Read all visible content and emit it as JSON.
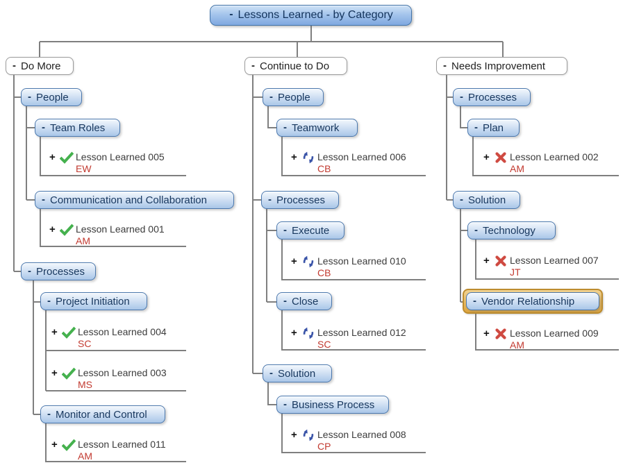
{
  "root": {
    "label": "Lessons Learned - by Category"
  },
  "indicators": {
    "collapse": "-",
    "expand": "+"
  },
  "categories": {
    "do_more": {
      "label": "Do More"
    },
    "continue_to_do": {
      "label": "Continue to Do"
    },
    "needs_improvement": {
      "label": "Needs Improvement"
    }
  },
  "topics": {
    "dm_people": {
      "label": "People"
    },
    "dm_team_roles": {
      "label": "Team Roles"
    },
    "dm_comm_collab": {
      "label": "Communication and Collaboration"
    },
    "dm_processes": {
      "label": "Processes"
    },
    "dm_project_initiation": {
      "label": "Project Initiation"
    },
    "dm_monitor_control": {
      "label": "Monitor and Control"
    },
    "cd_people": {
      "label": "People"
    },
    "cd_teamwork": {
      "label": "Teamwork"
    },
    "cd_processes": {
      "label": "Processes"
    },
    "cd_execute": {
      "label": "Execute"
    },
    "cd_close": {
      "label": "Close"
    },
    "cd_solution": {
      "label": "Solution"
    },
    "cd_business_process": {
      "label": "Business Process"
    },
    "ni_processes": {
      "label": "Processes"
    },
    "ni_plan": {
      "label": "Plan"
    },
    "ni_solution": {
      "label": "Solution"
    },
    "ni_technology": {
      "label": "Technology"
    },
    "ni_vendor_relationship": {
      "label": "Vendor Relationship",
      "selected": true
    }
  },
  "lessons": {
    "l005": {
      "label": "Lesson Learned 005",
      "initials": "EW",
      "icon": "check"
    },
    "l001": {
      "label": "Lesson Learned 001",
      "initials": "AM",
      "icon": "check"
    },
    "l004": {
      "label": "Lesson Learned 004",
      "initials": "SC",
      "icon": "check"
    },
    "l003": {
      "label": "Lesson Learned 003",
      "initials": "MS",
      "icon": "check"
    },
    "l011": {
      "label": "Lesson Learned 011",
      "initials": "AM",
      "icon": "check"
    },
    "l006": {
      "label": "Lesson Learned 006",
      "initials": "CB",
      "icon": "refresh"
    },
    "l010": {
      "label": "Lesson Learned 010",
      "initials": "CB",
      "icon": "refresh"
    },
    "l012": {
      "label": "Lesson Learned 012",
      "initials": "SC",
      "icon": "refresh"
    },
    "l008": {
      "label": "Lesson Learned 008",
      "initials": "CP",
      "icon": "refresh"
    },
    "l002": {
      "label": "Lesson Learned 002",
      "initials": "AM",
      "icon": "cross"
    },
    "l007": {
      "label": "Lesson Learned 007",
      "initials": "JT",
      "icon": "cross"
    },
    "l009": {
      "label": "Lesson Learned 009",
      "initials": "AM",
      "icon": "cross"
    }
  },
  "colors": {
    "connector_line": "#7f7f7f",
    "topic_border": "#4a77ad",
    "topic_text": "#17375e",
    "lesson_text": "#3b3b3b",
    "initials_red": "#c23a30",
    "check_green": "#45b14e",
    "refresh_blue": "#3a54a8",
    "cross_red": "#cf4a41",
    "selection_orange": "#bd8c2e"
  }
}
